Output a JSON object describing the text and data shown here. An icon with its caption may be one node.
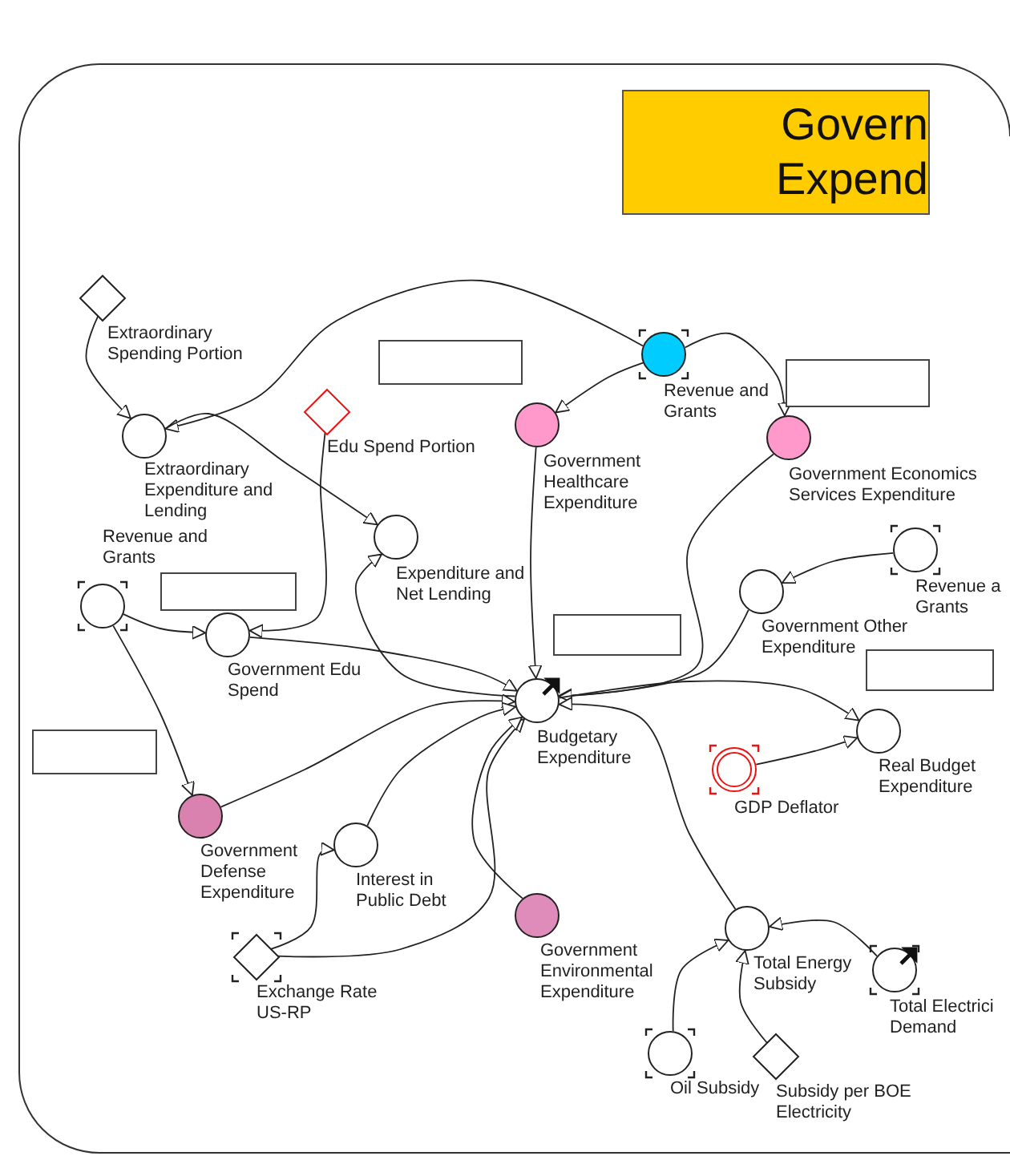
{
  "diagram": {
    "nodes": [
      {
        "text": [
          "Govern Expend"
        ]
      },
      {
        "text": [
          "Extraordinary Spending Portion"
        ]
      },
      {
        "text": [
          "Extraordinary Expenditure and Lending"
        ]
      },
      {
        "text": [
          "Edu Spend Portion"
        ]
      },
      {
        "text": [
          "Revenue and Grants"
        ]
      },
      {
        "text": [
          "Government Healthcare Expenditure"
        ]
      },
      {
        "text": [
          "Government Economics Services Expenditure"
        ]
      },
      {
        "text": [
          "Expenditure and Net Lending"
        ]
      },
      {
        "text": [
          "Revenue and Grants"
        ]
      },
      {
        "text": [
          "Government Edu Spend"
        ]
      },
      {
        "text": [
          "Revenue a Grants"
        ]
      },
      {
        "text": [
          "Government Other Expenditure"
        ]
      },
      {
        "text": [
          "Budgetary Expenditure"
        ]
      },
      {
        "text": [
          "GDP Deflator"
        ]
      },
      {
        "text": [
          "Real Budget Expenditure"
        ]
      },
      {
        "text": [
          "Government Defense Expenditure"
        ]
      },
      {
        "text": [
          "Interest in Public Debt"
        ]
      },
      {
        "text": [
          "Exchange Rate US-RP"
        ]
      },
      {
        "text": [
          "Government Environmental Expenditure"
        ]
      },
      {
        "text": [
          "Total Energy Subsidy"
        ]
      },
      {
        "text": [
          "Total Electrici Demand"
        ]
      },
      {
        "text": [
          "Oil Subsidy"
        ]
      },
      {
        "text": [
          "Subsidy per BOE Electricity"
        ]
      },
      {
        "text": [],
        "shape": "box"
      },
      {
        "text": [],
        "shape": "box"
      },
      {
        "text": [],
        "shape": "box"
      },
      {
        "text": [],
        "shape": "box"
      },
      {
        "text": [],
        "shape": "box"
      },
      {
        "text": [],
        "shape": "box"
      }
    ],
    "edges": [
      {
        "from": 1,
        "to": 2,
        "arrow": "to"
      },
      {
        "from": 4,
        "to": 2,
        "arrow": "to"
      },
      {
        "from": 2,
        "to": 7,
        "arrow": "to"
      },
      {
        "from": 3,
        "to": 9,
        "arrow": "to"
      },
      {
        "from": 8,
        "to": 9,
        "arrow": "to"
      },
      {
        "from": 4,
        "to": 5,
        "arrow": "to"
      },
      {
        "from": 4,
        "to": 6,
        "arrow": "to"
      },
      {
        "from": 12,
        "to": 7,
        "arrow": "to"
      },
      {
        "from": 5,
        "to": 12,
        "arrow": "to"
      },
      {
        "from": 6,
        "to": 12,
        "arrow": "to"
      },
      {
        "from": 11,
        "to": 12,
        "arrow": "to"
      },
      {
        "from": 10,
        "to": 11,
        "arrow": "to"
      },
      {
        "from": 9,
        "to": 12,
        "arrow": "to"
      },
      {
        "from": 15,
        "to": 12,
        "arrow": "to"
      },
      {
        "from": 8,
        "to": 15,
        "arrow": "to"
      },
      {
        "from": 16,
        "to": 12,
        "arrow": "to"
      },
      {
        "from": 17,
        "to": 16,
        "arrow": "to"
      },
      {
        "from": 17,
        "to": 12,
        "arrow": "to"
      },
      {
        "from": 18,
        "to": 12,
        "arrow": "to"
      },
      {
        "from": 19,
        "to": 12,
        "arrow": "to"
      },
      {
        "from": 12,
        "to": 14,
        "arrow": "to"
      },
      {
        "from": 13,
        "to": 14,
        "arrow": "to"
      },
      {
        "from": 20,
        "to": 19,
        "arrow": "to"
      },
      {
        "from": 21,
        "to": 19,
        "arrow": "to"
      },
      {
        "from": 22,
        "to": 19,
        "arrow": "to"
      }
    ]
  }
}
